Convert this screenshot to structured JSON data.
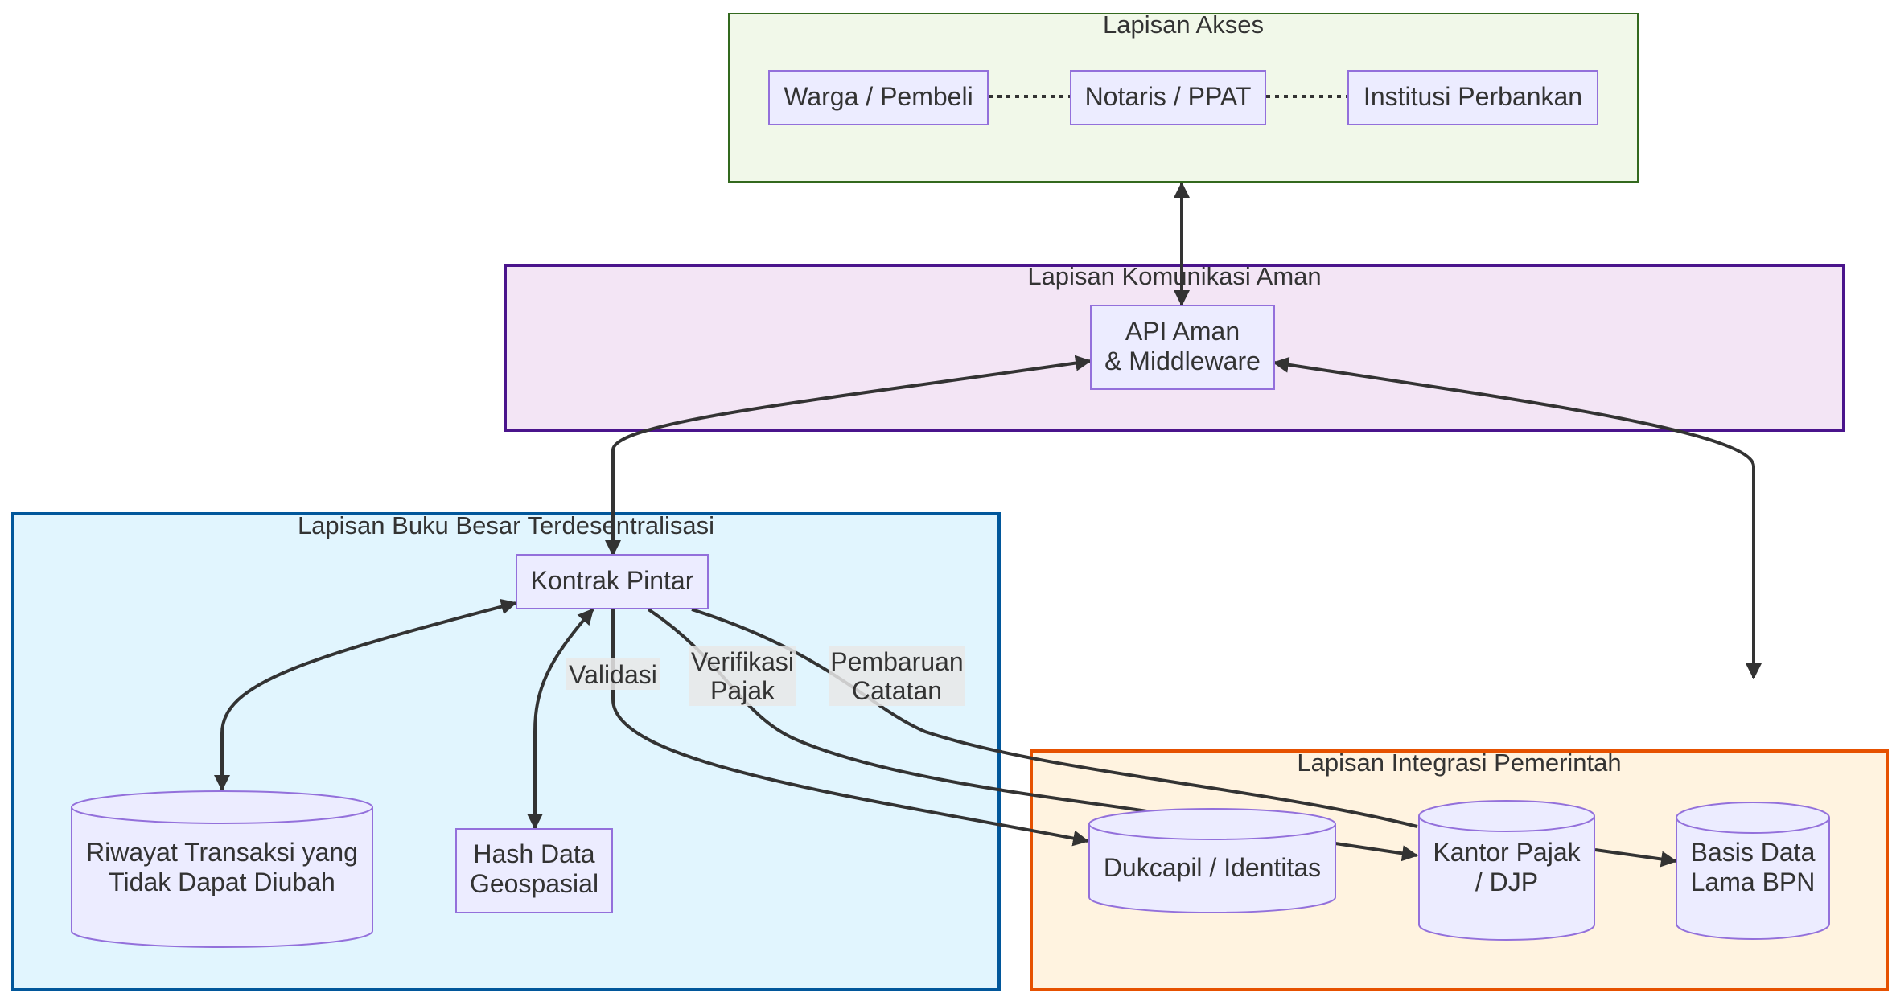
{
  "colors": {
    "node_fill": "#ECECFF",
    "node_stroke": "#9370DB",
    "edge": "#333333",
    "cluster_access_fill": "#F1F8E9",
    "cluster_access_stroke": "#33691E",
    "cluster_comm_fill": "#F3E5F5",
    "cluster_comm_stroke": "#4A148C",
    "cluster_ledger_fill": "#E1F5FE",
    "cluster_ledger_stroke": "#01579B",
    "cluster_gov_fill": "#FFF3E0",
    "cluster_gov_stroke": "#E65100"
  },
  "clusters": {
    "access": {
      "title": "Lapisan Akses"
    },
    "communication": {
      "title": "Lapisan Komunikasi Aman"
    },
    "ledger": {
      "title": "Lapisan Buku Besar Terdesentralisasi"
    },
    "government": {
      "title": "Lapisan Integrasi Pemerintah"
    }
  },
  "nodes": {
    "citizen": {
      "label": "Warga / Pembeli"
    },
    "notary": {
      "label": "Notaris / PPAT"
    },
    "bank": {
      "label": "Institusi Perbankan"
    },
    "api": {
      "line1": "API Aman",
      "line2": "& Middleware"
    },
    "contract": {
      "label": "Kontrak Pintar"
    },
    "history": {
      "line1": "Riwayat Transaksi yang",
      "line2": "Tidak Dapat Diubah"
    },
    "geohash": {
      "line1": "Hash Data",
      "line2": "Geospasial"
    },
    "dukcapil": {
      "label": "Dukcapil / Identitas"
    },
    "tax": {
      "line1": "Kantor Pajak",
      "line2": "/ DJP"
    },
    "bpn": {
      "line1": "Basis Data",
      "line2": "Lama BPN"
    }
  },
  "edges": {
    "validation": {
      "label": "Validasi"
    },
    "tax_verification": {
      "line1": "Verifikasi",
      "line2": "Pajak"
    },
    "record_update": {
      "line1": "Pembaruan",
      "line2": "Catatan"
    }
  }
}
